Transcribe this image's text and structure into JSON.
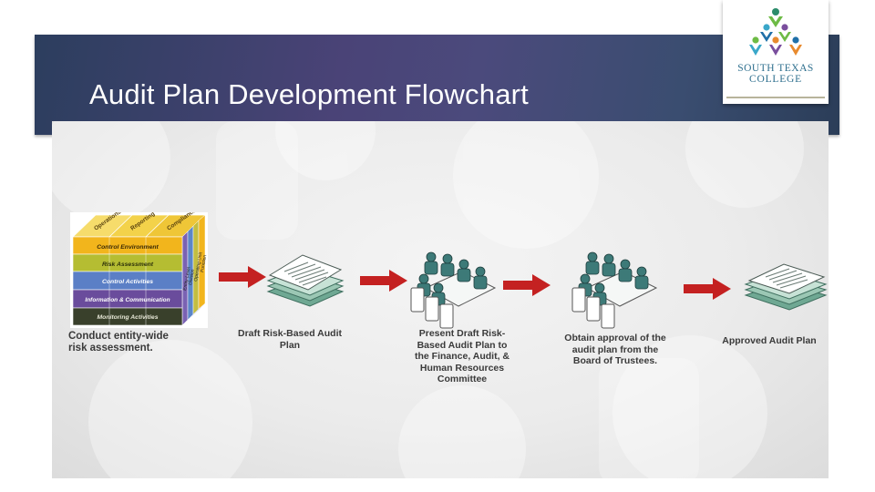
{
  "slide": {
    "title": "Audit Plan Development Flowchart"
  },
  "logo": {
    "line1": "SOUTH TEXAS",
    "line2": "COLLEGE",
    "colors": [
      "#2b8c6b",
      "#6dbb45",
      "#1f6fa8",
      "#e88a2e",
      "#7a4e9d",
      "#3aa7c9"
    ]
  },
  "cube": {
    "top_faces": [
      "Operations",
      "Reporting",
      "Compliance"
    ],
    "side_faces": [
      "Entity-Level",
      "Division",
      "Operating Unit",
      "Function"
    ],
    "layers": [
      {
        "label": "Control Environment",
        "color": "#f2b51c"
      },
      {
        "label": "Risk Assessment",
        "color": "#b5bd32"
      },
      {
        "label": "Control Activities",
        "color": "#5b7fc6"
      },
      {
        "label": "Information & Communication",
        "color": "#6a4c9c"
      },
      {
        "label": "Monitoring Activities",
        "color": "#39402b"
      }
    ]
  },
  "steps": [
    {
      "label": "Conduct entity-wide\nrisk assessment.",
      "icon": "coso-cube-icon"
    },
    {
      "label": "Draft Risk-Based Audit\nPlan",
      "icon": "document-stack-icon"
    },
    {
      "label": "Present Draft Risk-\nBased Audit Plan to\nthe Finance, Audit, &\nHuman Resources\nCommittee",
      "icon": "meeting-icon"
    },
    {
      "label": "Obtain approval of the\naudit plan from the\nBoard of Trustees.",
      "icon": "meeting-icon"
    },
    {
      "label": "Approved Audit Plan",
      "icon": "document-stack-icon"
    }
  ],
  "colors": {
    "arrow": "#c42121",
    "title_band": "#4a4377",
    "paper_green": "#9bc7b4"
  }
}
